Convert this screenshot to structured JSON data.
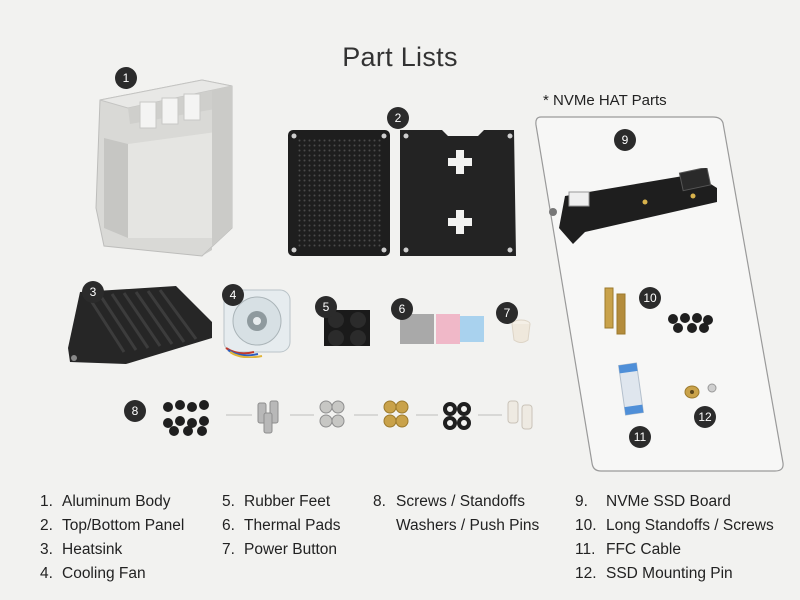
{
  "title": "Part Lists",
  "subtitle": "* NVMe HAT Parts",
  "badges": [
    "1",
    "2",
    "3",
    "4",
    "5",
    "6",
    "7",
    "8",
    "9",
    "10",
    "11",
    "12"
  ],
  "legend": {
    "col1": [
      {
        "num": "1.",
        "label": "Aluminum Body"
      },
      {
        "num": "2.",
        "label": "Top/Bottom Panel"
      },
      {
        "num": "3.",
        "label": "Heatsink"
      },
      {
        "num": "4.",
        "label": "Cooling Fan"
      }
    ],
    "col2": [
      {
        "num": "5.",
        "label": "Rubber Feet"
      },
      {
        "num": "6.",
        "label": "Thermal Pads"
      },
      {
        "num": "7.",
        "label": "Power Button"
      }
    ],
    "col3": [
      {
        "num": "8.",
        "label": "Screws / Standoffs"
      },
      {
        "num": "",
        "label": "Washers / Push Pins"
      }
    ],
    "col4": [
      {
        "num": "9.",
        "label": "NVMe SSD Board"
      },
      {
        "num": "10.",
        "label": "Long Standoffs / Screws"
      },
      {
        "num": "11.",
        "label": "FFC Cable"
      },
      {
        "num": "12.",
        "label": "SSD Mounting Pin"
      }
    ]
  },
  "colors": {
    "background": "#f2f2f0",
    "badge": "#2b2b2b",
    "panel_black": "#1e1e1e",
    "aluminum": "#d9d9d6",
    "thermal_grey": "#a9a9a9",
    "thermal_pink": "#f0b8c8",
    "thermal_blue": "#a9d2ee",
    "brass": "#c9a24a",
    "ffc_blue": "#4f8fd8"
  },
  "icons": [
    "aluminum-body-icon",
    "panel-icon",
    "heatsink-icon",
    "fan-icon",
    "rubber-feet-icon",
    "thermal-pads-icon",
    "power-button-icon",
    "screws-icon",
    "nvme-board-icon",
    "standoff-icon",
    "ffc-cable-icon",
    "mounting-pin-icon"
  ]
}
